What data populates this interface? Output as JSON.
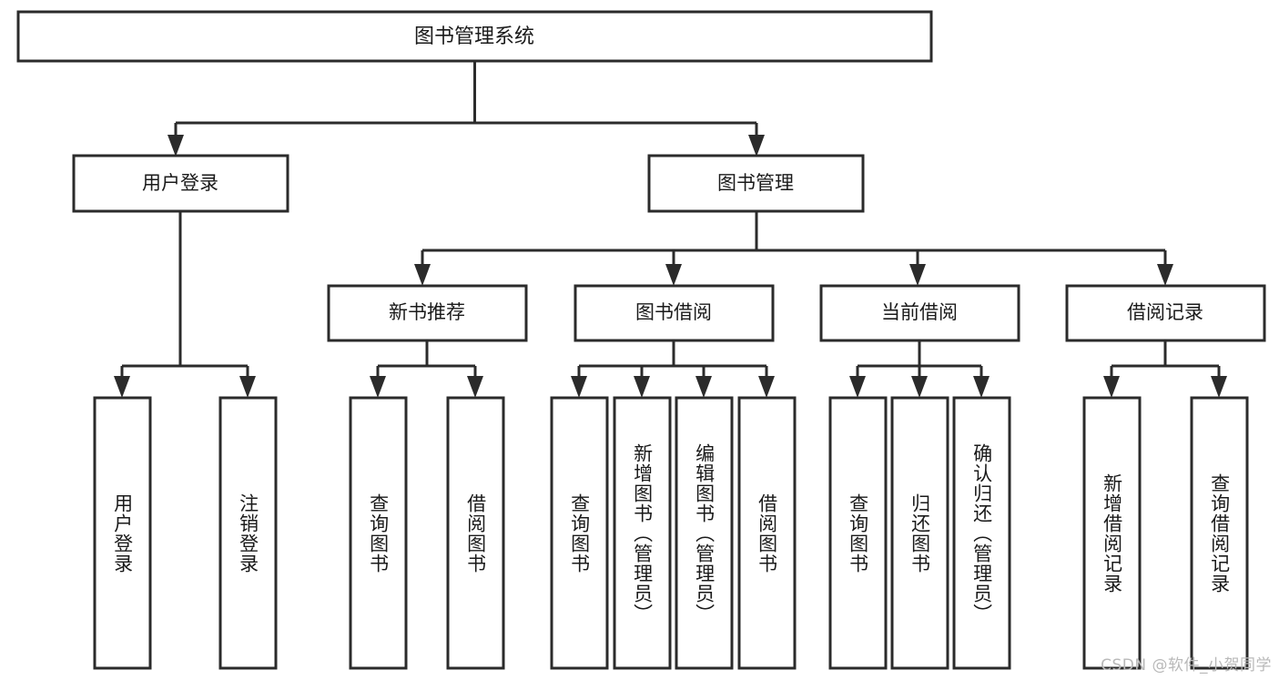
{
  "diagram": {
    "type": "tree-hierarchy",
    "title": "图书管理系统",
    "watermark": "CSDN @软件_小贺同学",
    "colors": {
      "box_fill": "#ffffff",
      "box_stroke": "#2b2b2b",
      "text": "#1a1a1a",
      "watermark": "#b9b9b9",
      "background": "#ffffff"
    },
    "levels": {
      "root": {
        "label": "图书管理系统"
      },
      "level2": [
        {
          "label": "用户登录"
        },
        {
          "label": "图书管理"
        }
      ],
      "level3": [
        {
          "label": "新书推荐"
        },
        {
          "label": "图书借阅"
        },
        {
          "label": "当前借阅"
        },
        {
          "label": "借阅记录"
        }
      ],
      "leaves": [
        {
          "label": "用户登录",
          "parent": "用户登录"
        },
        {
          "label": "注销登录",
          "parent": "用户登录"
        },
        {
          "label": "查询图书",
          "parent": "新书推荐"
        },
        {
          "label": "借阅图书",
          "parent": "新书推荐"
        },
        {
          "label": "查询图书",
          "parent": "图书借阅"
        },
        {
          "label": "新增图书（管理员）",
          "parent": "图书借阅"
        },
        {
          "label": "编辑图书（管理员）",
          "parent": "图书借阅"
        },
        {
          "label": "借阅图书",
          "parent": "图书借阅"
        },
        {
          "label": "查询图书",
          "parent": "当前借阅"
        },
        {
          "label": "归还图书",
          "parent": "当前借阅"
        },
        {
          "label": "确认归还（管理员）",
          "parent": "当前借阅"
        },
        {
          "label": "新增借阅记录",
          "parent": "借阅记录"
        },
        {
          "label": "查询借阅记录",
          "parent": "借阅记录"
        }
      ]
    }
  }
}
